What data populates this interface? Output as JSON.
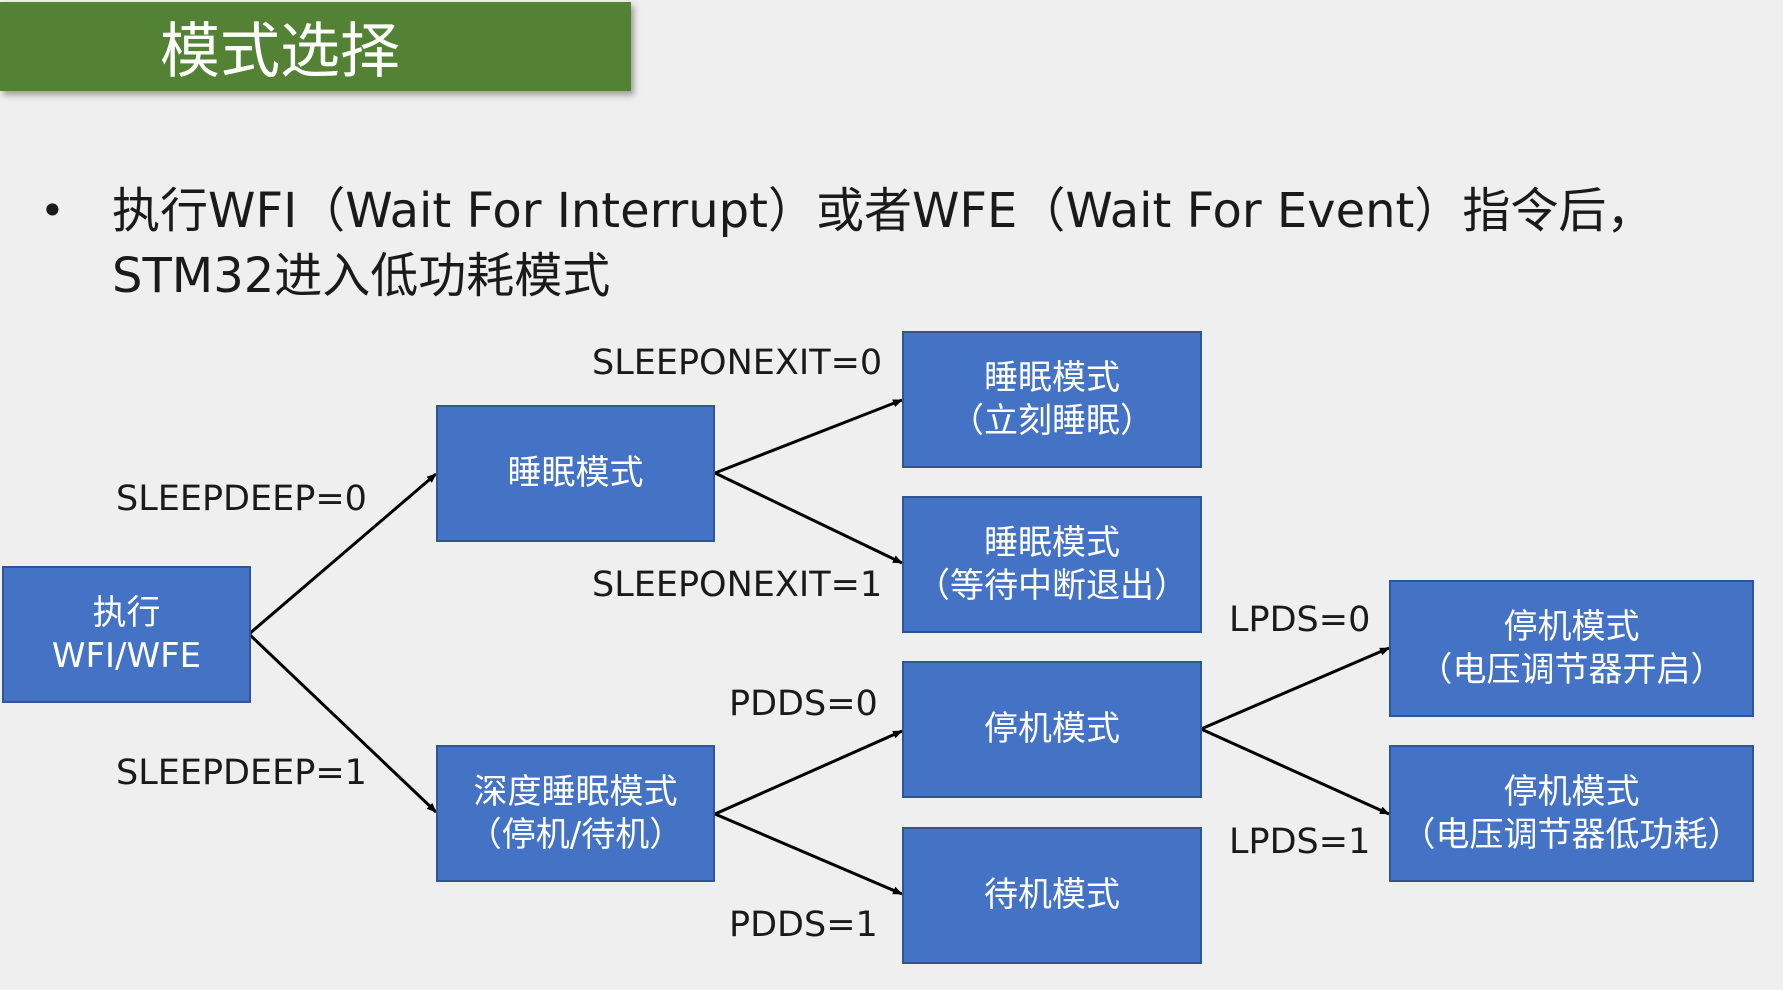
{
  "header": {
    "title": "模式选择"
  },
  "bullet": {
    "line1": "执行WFI（Wait For Interrupt）或者WFE（Wait For Event）指令后，",
    "line2": "STM32进入低功耗模式"
  },
  "boxes": {
    "exec": {
      "line1": "执行",
      "line2": "WFI/WFE"
    },
    "sleep": {
      "line1": "睡眠模式"
    },
    "deep_sleep": {
      "line1": "深度睡眠模式",
      "line2": "（停机/待机）"
    },
    "sleep_now": {
      "line1": "睡眠模式",
      "line2": "（立刻睡眠）"
    },
    "sleep_on_exit": {
      "line1": "睡眠模式",
      "line2": "（等待中断退出）"
    },
    "stop": {
      "line1": "停机模式"
    },
    "standby": {
      "line1": "待机模式"
    },
    "stop_regulator_on": {
      "line1": "停机模式",
      "line2": "（电压调节器开启）"
    },
    "stop_regulator_low": {
      "line1": "停机模式",
      "line2": "（电压调节器低功耗）"
    }
  },
  "edge_labels": {
    "sleepdeep0": "SLEEPDEEP=0",
    "sleepdeep1": "SLEEPDEEP=1",
    "sleeponexit0": "SLEEPONEXIT=0",
    "sleeponexit1": "SLEEPONEXIT=1",
    "pdds0": "PDDS=0",
    "pdds1": "PDDS=1",
    "lpds0": "LPDS=0",
    "lpds1": "LPDS=1"
  }
}
